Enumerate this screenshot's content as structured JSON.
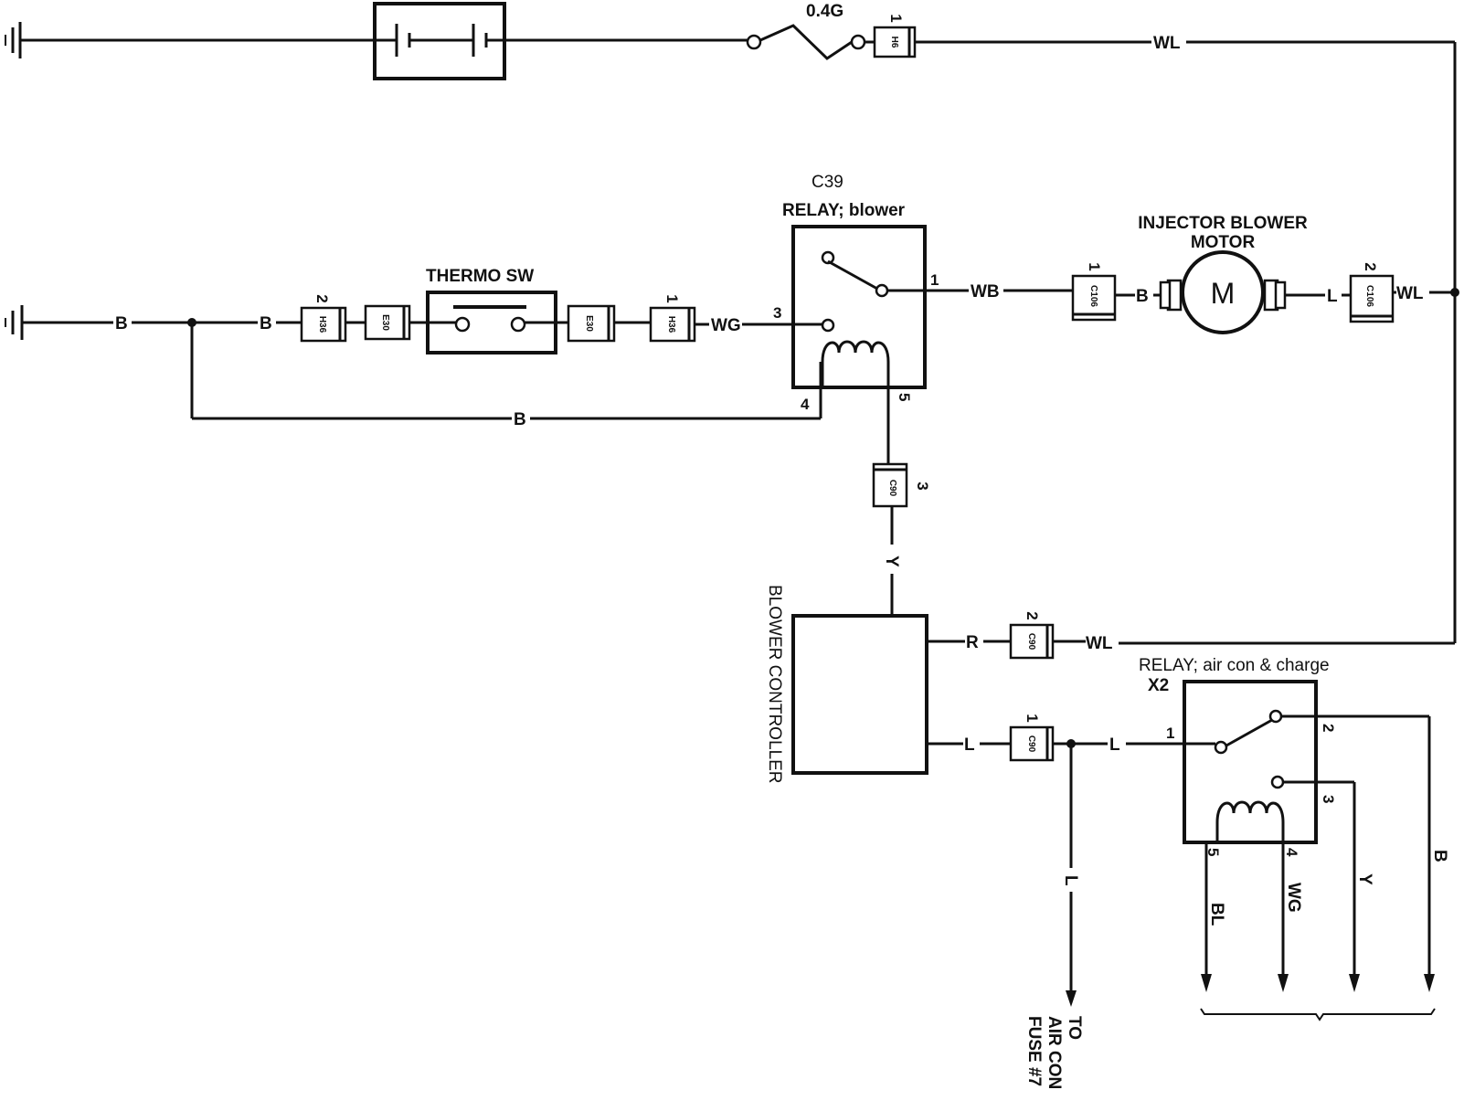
{
  "fuse": {
    "label": "0.4G"
  },
  "relay_blower": {
    "code": "C39",
    "name": "RELAY; blower",
    "pins": {
      "p1": "1",
      "p3": "3",
      "p4": "4",
      "p5": "5"
    }
  },
  "thermo_sw": {
    "name": "THERMO SW"
  },
  "motor": {
    "name_line1": "INJECTOR BLOWER",
    "name_line2": "MOTOR",
    "symbol": "M"
  },
  "blower_controller": {
    "name": "BLOWER CONTROLLER"
  },
  "relay_aircon": {
    "name": "RELAY; air con & charge",
    "code": "X2",
    "pins": {
      "p1": "1",
      "p2": "2",
      "p3": "3",
      "p4": "4",
      "p5": "5"
    }
  },
  "connectors": {
    "h6": {
      "code": "H6",
      "pin": "1"
    },
    "h36a": {
      "code": "H36",
      "pin": "2"
    },
    "e30a": {
      "code": "E30"
    },
    "e30b": {
      "code": "E30"
    },
    "h36b": {
      "code": "H36",
      "pin": "1"
    },
    "c106a": {
      "code": "C106",
      "pin": "1"
    },
    "c106b": {
      "code": "C106",
      "pin": "2"
    },
    "c90a": {
      "code": "C90",
      "pin": "3"
    },
    "c90b": {
      "code": "C90",
      "pin": "2"
    },
    "c90c": {
      "code": "C90",
      "pin": "1"
    }
  },
  "wires": {
    "top_wl": "WL",
    "b1": "B",
    "b2": "B",
    "b_loop": "B",
    "wg": "WG",
    "wb": "WB",
    "motor_b": "B",
    "motor_l": "L",
    "wl_right": "WL",
    "y": "Y",
    "r": "R",
    "wl_mid": "WL",
    "l1": "L",
    "l2": "L",
    "l_down": "L",
    "bl": "BL",
    "wg2": "WG",
    "y2": "Y",
    "b3": "B"
  },
  "destination": {
    "line1": "TO",
    "line2": "AIR CON",
    "line3": "FUSE #7"
  }
}
